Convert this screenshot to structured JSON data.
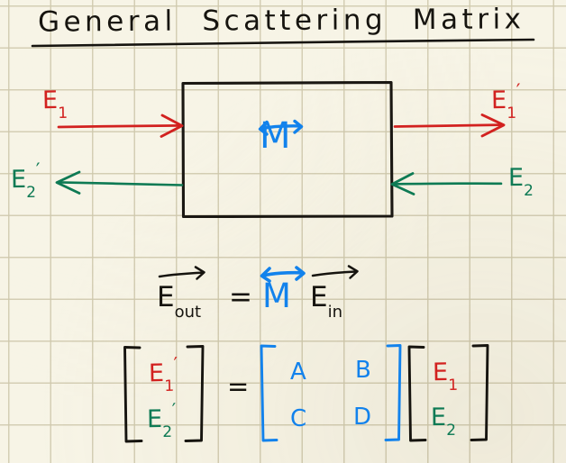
{
  "title": {
    "text": "General  Scattering  Matrix",
    "underlined": true
  },
  "colors": {
    "paper": "#f7f4e6",
    "grid": "#cec8ac",
    "ink_black": "#16140f",
    "red": "#d2211f",
    "green": "#0e7a54",
    "blue": "#1282ec"
  },
  "diagram": {
    "box_label": "M",
    "box_label_notation": "double-arrow-tensor",
    "ports": {
      "input_left": {
        "label": "E",
        "subscript": "1",
        "prime": "",
        "color": "#d2211f",
        "direction": "right"
      },
      "output_left": {
        "label": "E",
        "subscript": "2",
        "prime": "′",
        "color": "#0e7a54",
        "direction": "left"
      },
      "output_right": {
        "label": "E",
        "subscript": "1",
        "prime": "′",
        "color": "#d2211f",
        "direction": "right"
      },
      "input_right": {
        "label": "E",
        "subscript": "2",
        "prime": "",
        "color": "#0e7a54",
        "direction": "left"
      }
    }
  },
  "equation": {
    "lhs": {
      "symbol": "E",
      "subscript": "out",
      "accent": "vector-arrow"
    },
    "operator": "=",
    "matrix": {
      "symbol": "M",
      "accent": "double-arrow-tensor",
      "color": "#1282ec"
    },
    "rhs": {
      "symbol": "E",
      "subscript": "in",
      "accent": "vector-arrow"
    }
  },
  "matrix_equation": {
    "output_vector": [
      {
        "label": "E",
        "subscript": "1",
        "prime": "′",
        "color": "#d2211f"
      },
      {
        "label": "E",
        "subscript": "2",
        "prime": "′",
        "color": "#0e7a54"
      }
    ],
    "operator": "=",
    "scattering_matrix": {
      "color": "#1282ec",
      "rows": [
        [
          "A",
          "B"
        ],
        [
          "C",
          "D"
        ]
      ]
    },
    "input_vector": [
      {
        "label": "E",
        "subscript": "1",
        "prime": "",
        "color": "#d2211f"
      },
      {
        "label": "E",
        "subscript": "2",
        "prime": "",
        "color": "#0e7a54"
      }
    ]
  }
}
